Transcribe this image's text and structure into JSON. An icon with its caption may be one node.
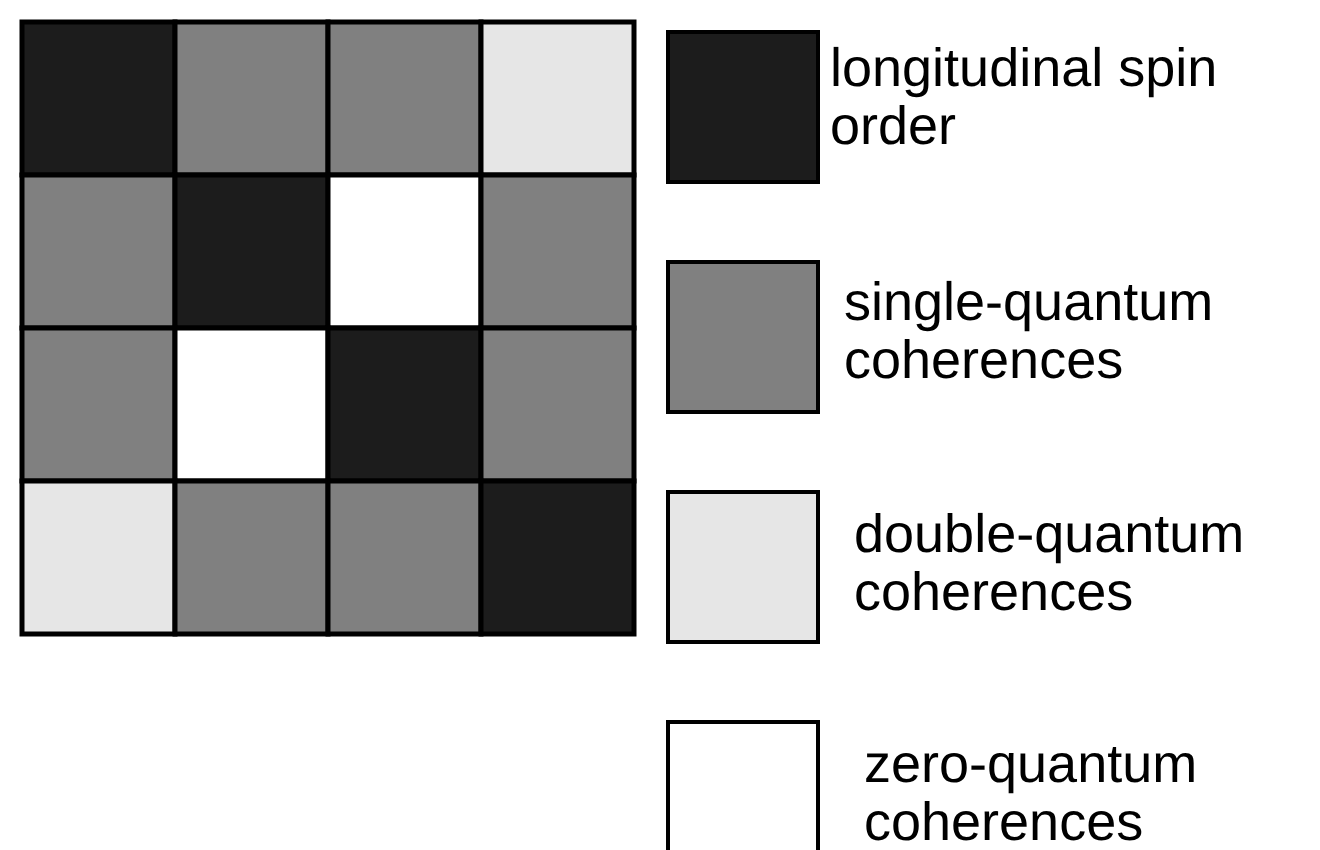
{
  "diagram": {
    "legend": [
      {
        "text": "longitudinal spin order",
        "color": "#1c1c1c"
      },
      {
        "text": "single-quantum coherences",
        "color": "#808080"
      },
      {
        "text": "double-quantum coherences",
        "color": "#e6e6e6"
      },
      {
        "text": "zero-quantum coherences",
        "color": "#ffffff"
      }
    ]
  }
}
